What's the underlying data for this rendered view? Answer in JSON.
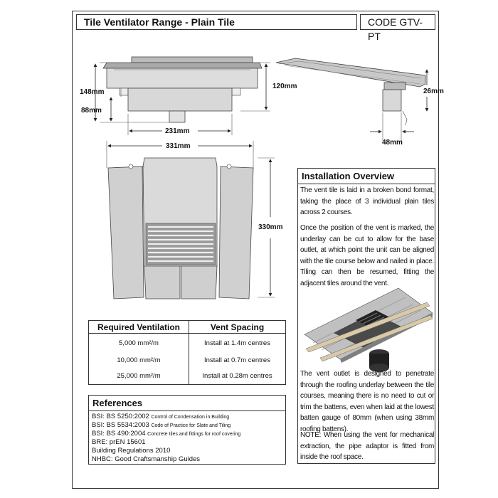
{
  "header": {
    "title": "Tile Ventilator Range - Plain Tile",
    "code": "CODE GTV-PT"
  },
  "dimensions": {
    "front_height": "148mm",
    "front_body_height": "120mm",
    "front_spigot": "88mm",
    "front_base_width": "231mm",
    "side_height": "26mm",
    "side_width": "48mm",
    "plan_width": "331mm",
    "plan_height": "330mm"
  },
  "installation": {
    "title": "Installation Overview",
    "para1": "The vent tile is laid in a broken bond format, taking the place of 3 individual plain tiles across 2 courses.",
    "para2": "Once the position of the vent is marked, the underlay can be cut to allow for the base outlet, at which point the unit can be aligned with the tile course below and nailed in place. Tiling can then be resumed, fitting the adjacent tiles around the vent.",
    "para3": "The vent outlet is designed to penetrate through the roofing underlay between the tile courses, meaning there is no need to cut or trim the battens, even when laid at the lowest batten gauge of 80mm (when using 38mm roofing battens).",
    "para4": "NOTE: When using the vent for mechanical extraction, the pipe adaptor is fitted from inside the roof space."
  },
  "ventilation": {
    "col1": "Required Ventilation",
    "col2": "Vent Spacing",
    "rows": [
      {
        "req": "5,000 mm²/m",
        "spacing": "Install at 1.4m centres"
      },
      {
        "req": "10,000 mm²/m",
        "spacing": "Install at 0.7m centres"
      },
      {
        "req": "25,000 mm²/m",
        "spacing": "Install at 0.28m centres"
      }
    ]
  },
  "references": {
    "title": "References",
    "items": [
      {
        "prefix": "BSI: BS 5250:2002",
        "detail": "Control of Condensation in Building"
      },
      {
        "prefix": "BSI: BS 5534:2003",
        "detail": "Code of Practice for Slate and Tiling"
      },
      {
        "prefix": "BSI: BS 490:2004",
        "detail": "Concrete tiles and fittings for roof covering"
      },
      {
        "prefix": "BRE: prEN 15601",
        "detail": ""
      },
      {
        "prefix": "Building Regulations 2010",
        "detail": ""
      },
      {
        "prefix": "NHBC: Good Craftsmanship Guides",
        "detail": ""
      }
    ]
  }
}
